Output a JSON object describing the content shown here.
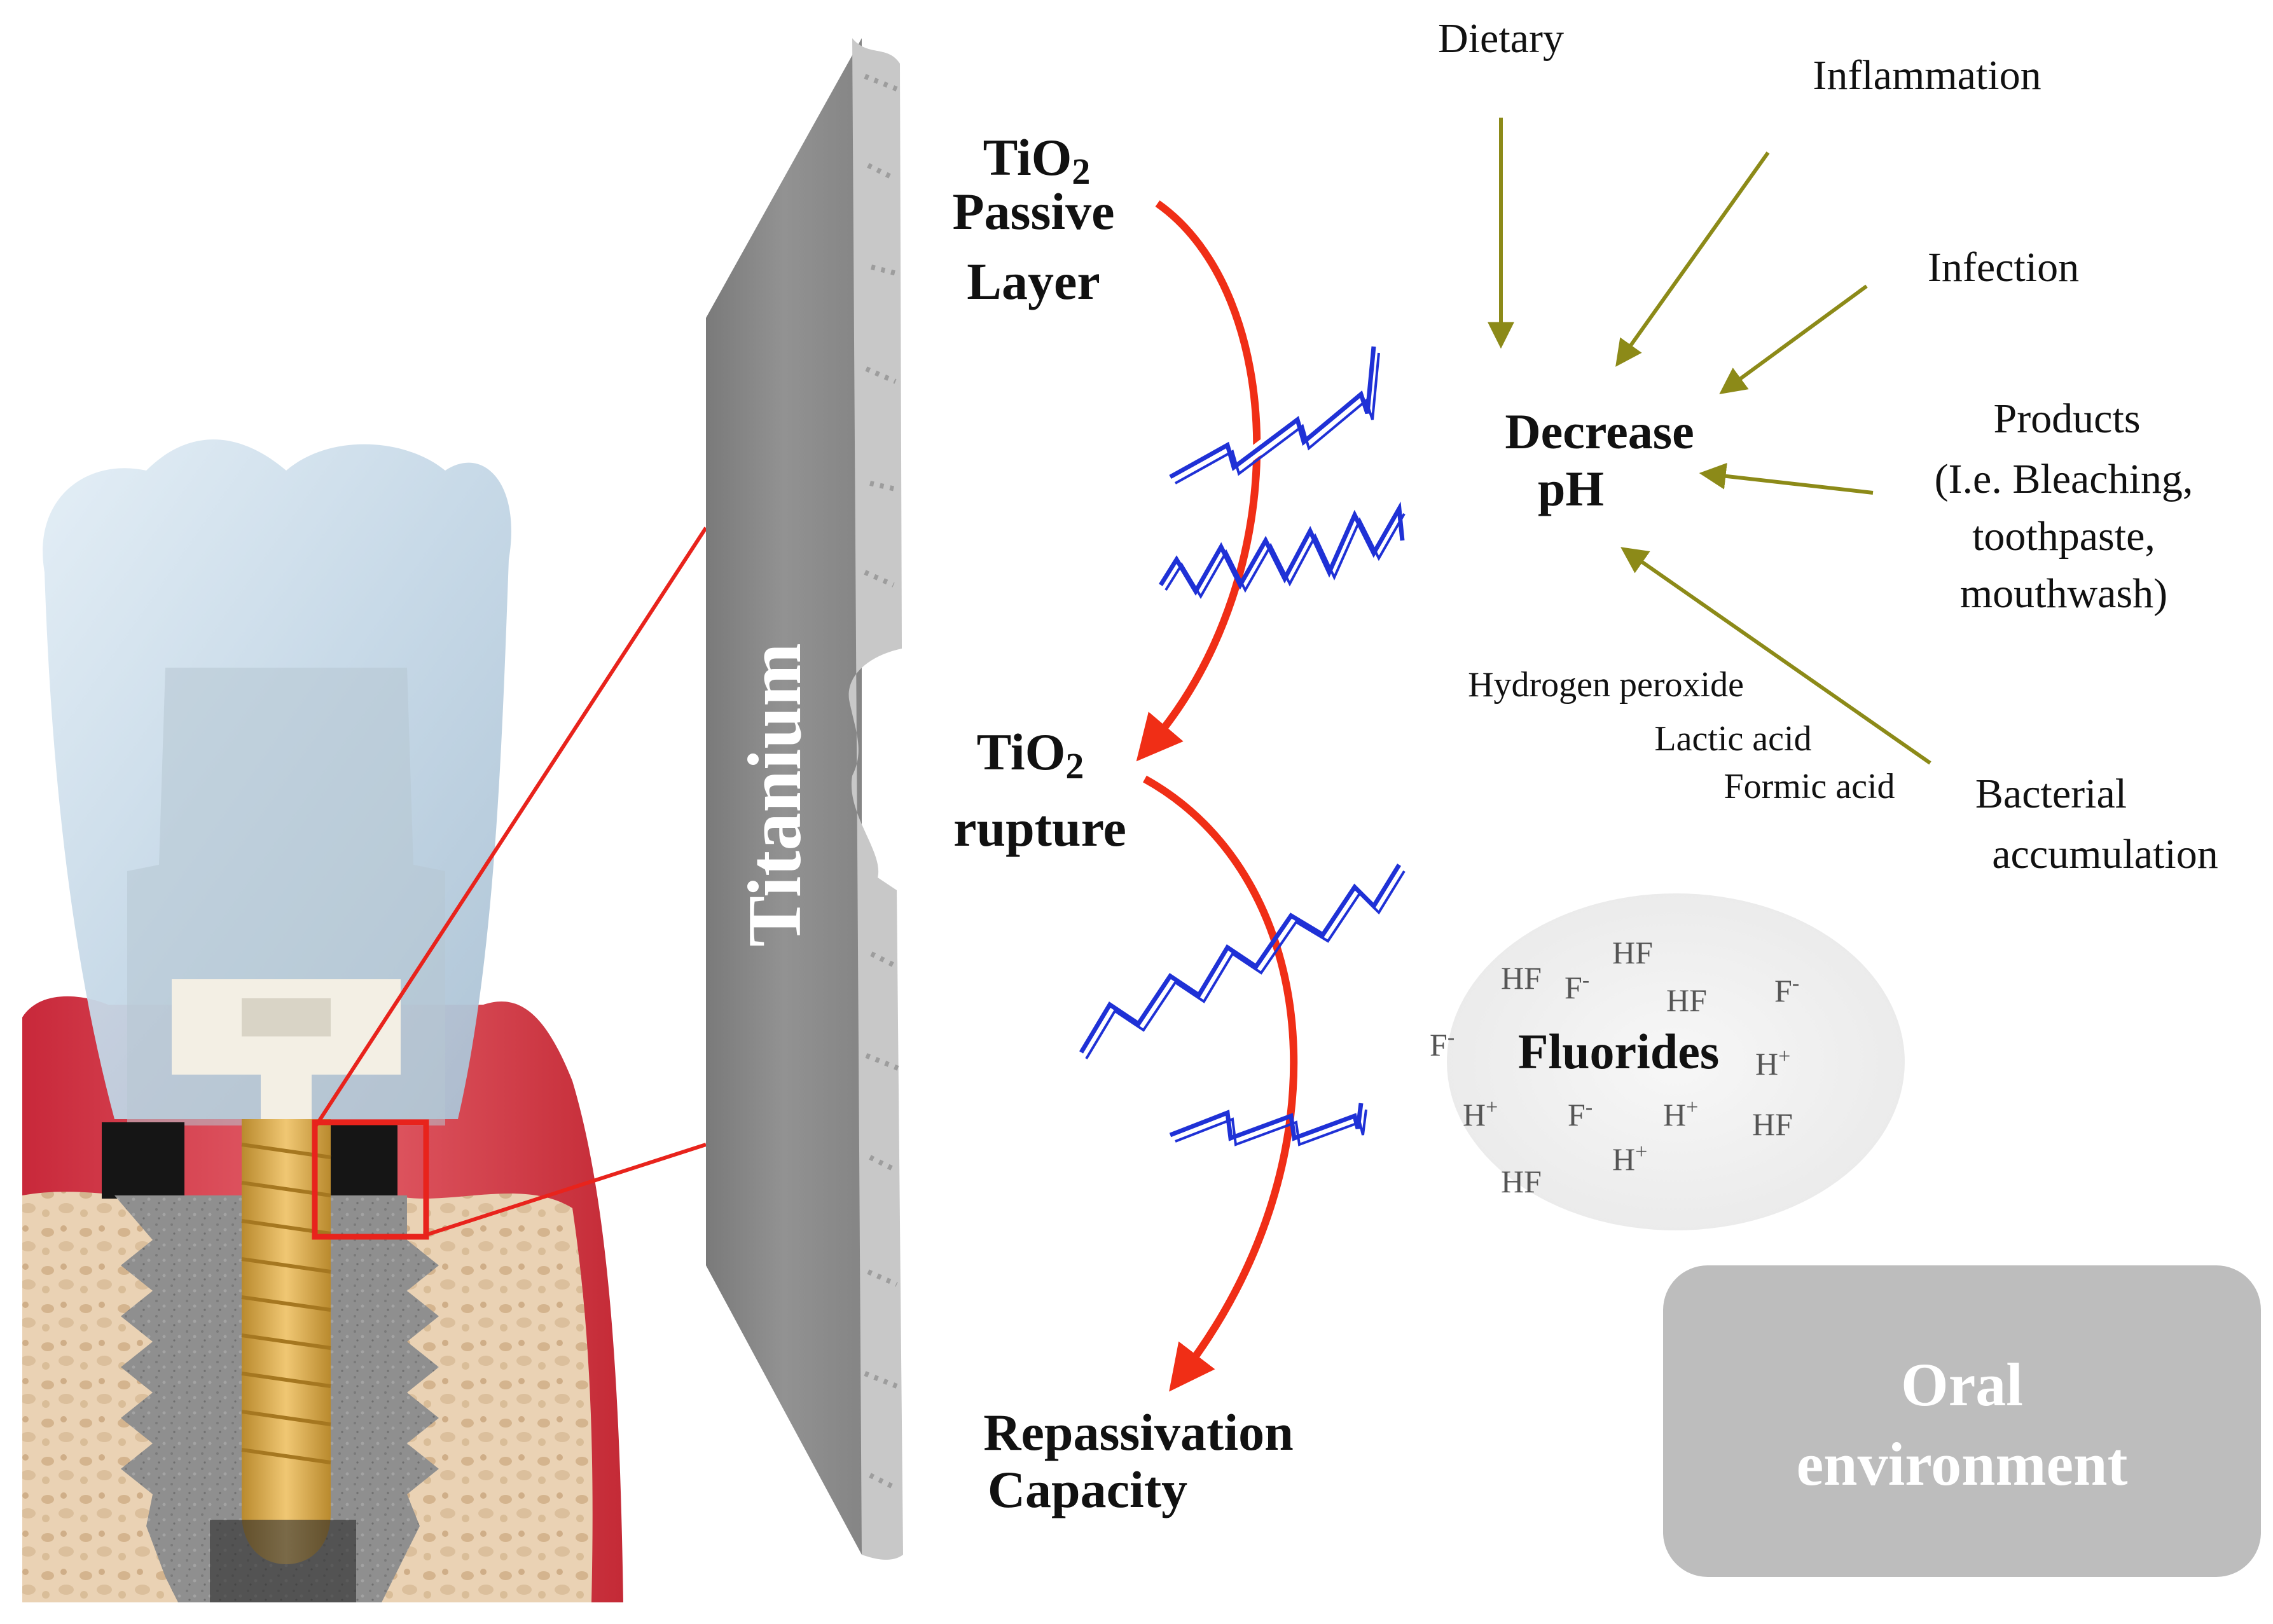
{
  "titanium": {
    "label": "Titanium"
  },
  "process": {
    "passive_layer": {
      "line1": "TiO",
      "line1_sub": "2",
      "line2": "Passive",
      "line3": "Layer"
    },
    "rupture": {
      "line1": "TiO",
      "line1_sub": "2",
      "line2": "rupture"
    },
    "repassivation": {
      "line1": "Repassivation",
      "line2": "Capacity"
    }
  },
  "ph": {
    "line1": "Decrease",
    "line2": "pH"
  },
  "factors": {
    "dietary": "Dietary",
    "inflammation": "Inflammation",
    "infection": "Infection",
    "products": {
      "line1": "Products",
      "line2": "(I.e. Bleaching,",
      "line3": "toothpaste,",
      "line4": "mouthwash)"
    },
    "bacterial": {
      "line1": "Bacterial",
      "line2": "accumulation"
    }
  },
  "acids": {
    "hydrogen_peroxide": "Hydrogen peroxide",
    "lactic_acid": "Lactic acid",
    "formic_acid": "Formic acid"
  },
  "fluorides": {
    "title": "Fluorides",
    "species": {
      "hf_1": "HF",
      "hf_2": "HF",
      "hf_3": "HF",
      "hf_4": "HF",
      "hf_5": "HF",
      "f_1": "F",
      "f_2": "F",
      "f_3": "F",
      "f_4": "F",
      "f_minus": "-",
      "h_1": "H",
      "h_2": "H",
      "h_3": "H",
      "h_4": "H",
      "h_plus": "+"
    }
  },
  "oral_environment": {
    "line1": "Oral",
    "line2": "environment"
  },
  "colors": {
    "arrow_red": "#f02e16",
    "factor_arrow": "#8c8a18",
    "zigzag_blue": "#1f31d6",
    "titanium_gray": "#8a8a8a",
    "oral_box": "#bdbdbd",
    "gum_red": "#d4333c",
    "crown_blue": "#c9dbe8",
    "implant_gold": "#d9a84a",
    "bone_tan": "#ead2b4"
  }
}
